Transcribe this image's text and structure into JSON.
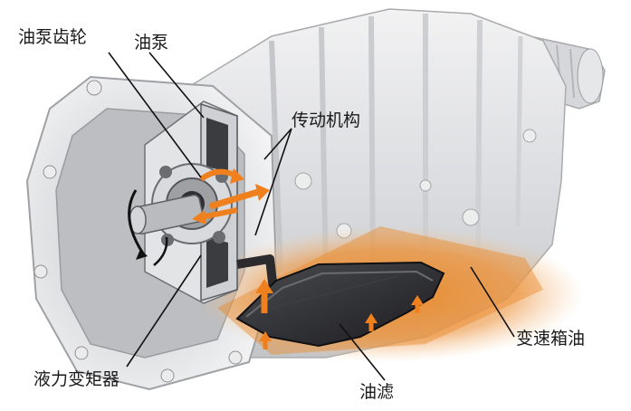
{
  "labels": {
    "oil_pump_gear": "油泵齿轮",
    "oil_pump": "油泵",
    "transmission_mechanism": "传动机构",
    "torque_converter": "液力变矩器",
    "oil_filter": "油滤",
    "transmission_oil": "变速箱油"
  },
  "colors": {
    "housing": "#d9dadc",
    "housing_shadow": "#a9abae",
    "oil_glow": "#e8892a",
    "flow_arrow": "#f0801e",
    "filter": "#2b2b2e",
    "leader_line": "#111111"
  }
}
